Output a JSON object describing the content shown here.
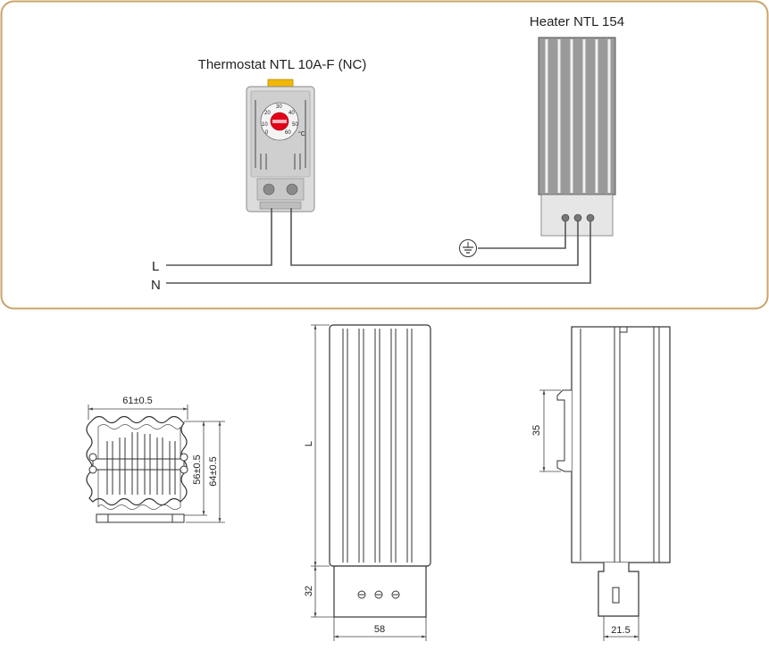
{
  "wiring": {
    "thermostat_label": "Thermostat NTL 10A-F (NC)",
    "heater_label": "Heater NTL 154",
    "line_label": "L",
    "neutral_label": "N",
    "dial_scale": [
      "0",
      "10",
      "20",
      "30",
      "40",
      "50",
      "60"
    ],
    "dial_unit": "°C",
    "colors": {
      "frame": "#c9a46a",
      "dial": "#e2001a",
      "din_clip": "#f2b705"
    }
  },
  "drawings": {
    "front_view": {
      "width_label": "61±0.5",
      "inner_height_label": "56±0.5",
      "outer_height_label": "64±0.5"
    },
    "side_view": {
      "length_label": "L",
      "terminal_height_label": "32",
      "width_label": "58"
    },
    "end_view": {
      "clip_height_label": "35",
      "depth_label": "21.5"
    }
  }
}
